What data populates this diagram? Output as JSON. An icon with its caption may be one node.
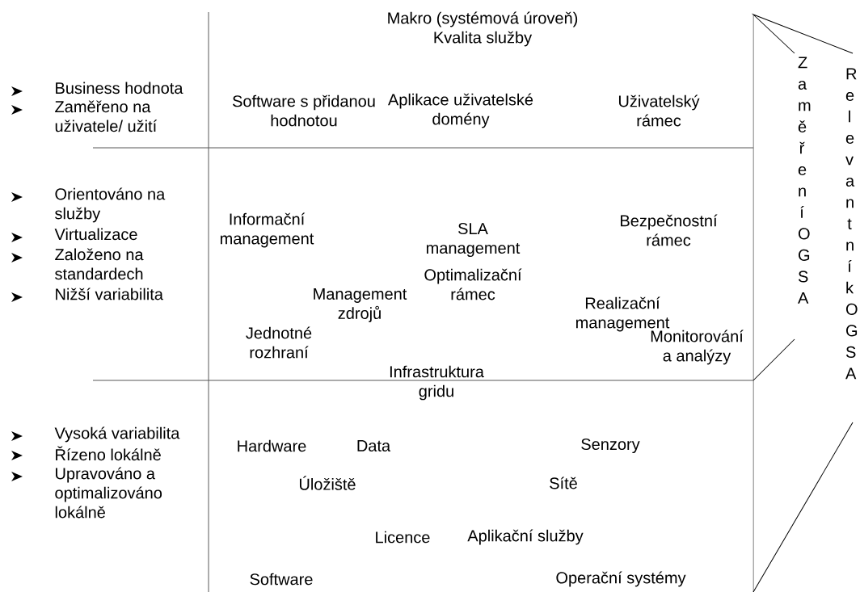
{
  "diagram": {
    "labels": [
      "Makro (systémová úroveň) Kvalita služby",
      "Business hodnota",
      "Zaměřeno na uživatele/ užití",
      "Software s přidanou hodnotou",
      "Aplikace uživatelské domény",
      "Uživatelský rámec",
      "Zaměření OGSA",
      "Relevantní k OGSA",
      "Orientováno na služby",
      "Virtualizace",
      "Založeno na standardech",
      "Nižší variabilita",
      "Informační management",
      "SLA management",
      "Bezpečnostní rámec",
      "Optimalizační rámec",
      "Management zdrojů",
      "Realizační management",
      "Jednotné rozhraní",
      "Monitorování a analýzy",
      "Infrastruktura gridu",
      "Vysoká variabilita",
      "Řízeno lokálně",
      "Upravováno a optimalizováno lokálně",
      "Hardware",
      "Data",
      "Senzory",
      "Úložiště",
      "Sítě",
      "Licence",
      "Aplikační služby",
      "Software",
      "Operační systémy"
    ]
  }
}
